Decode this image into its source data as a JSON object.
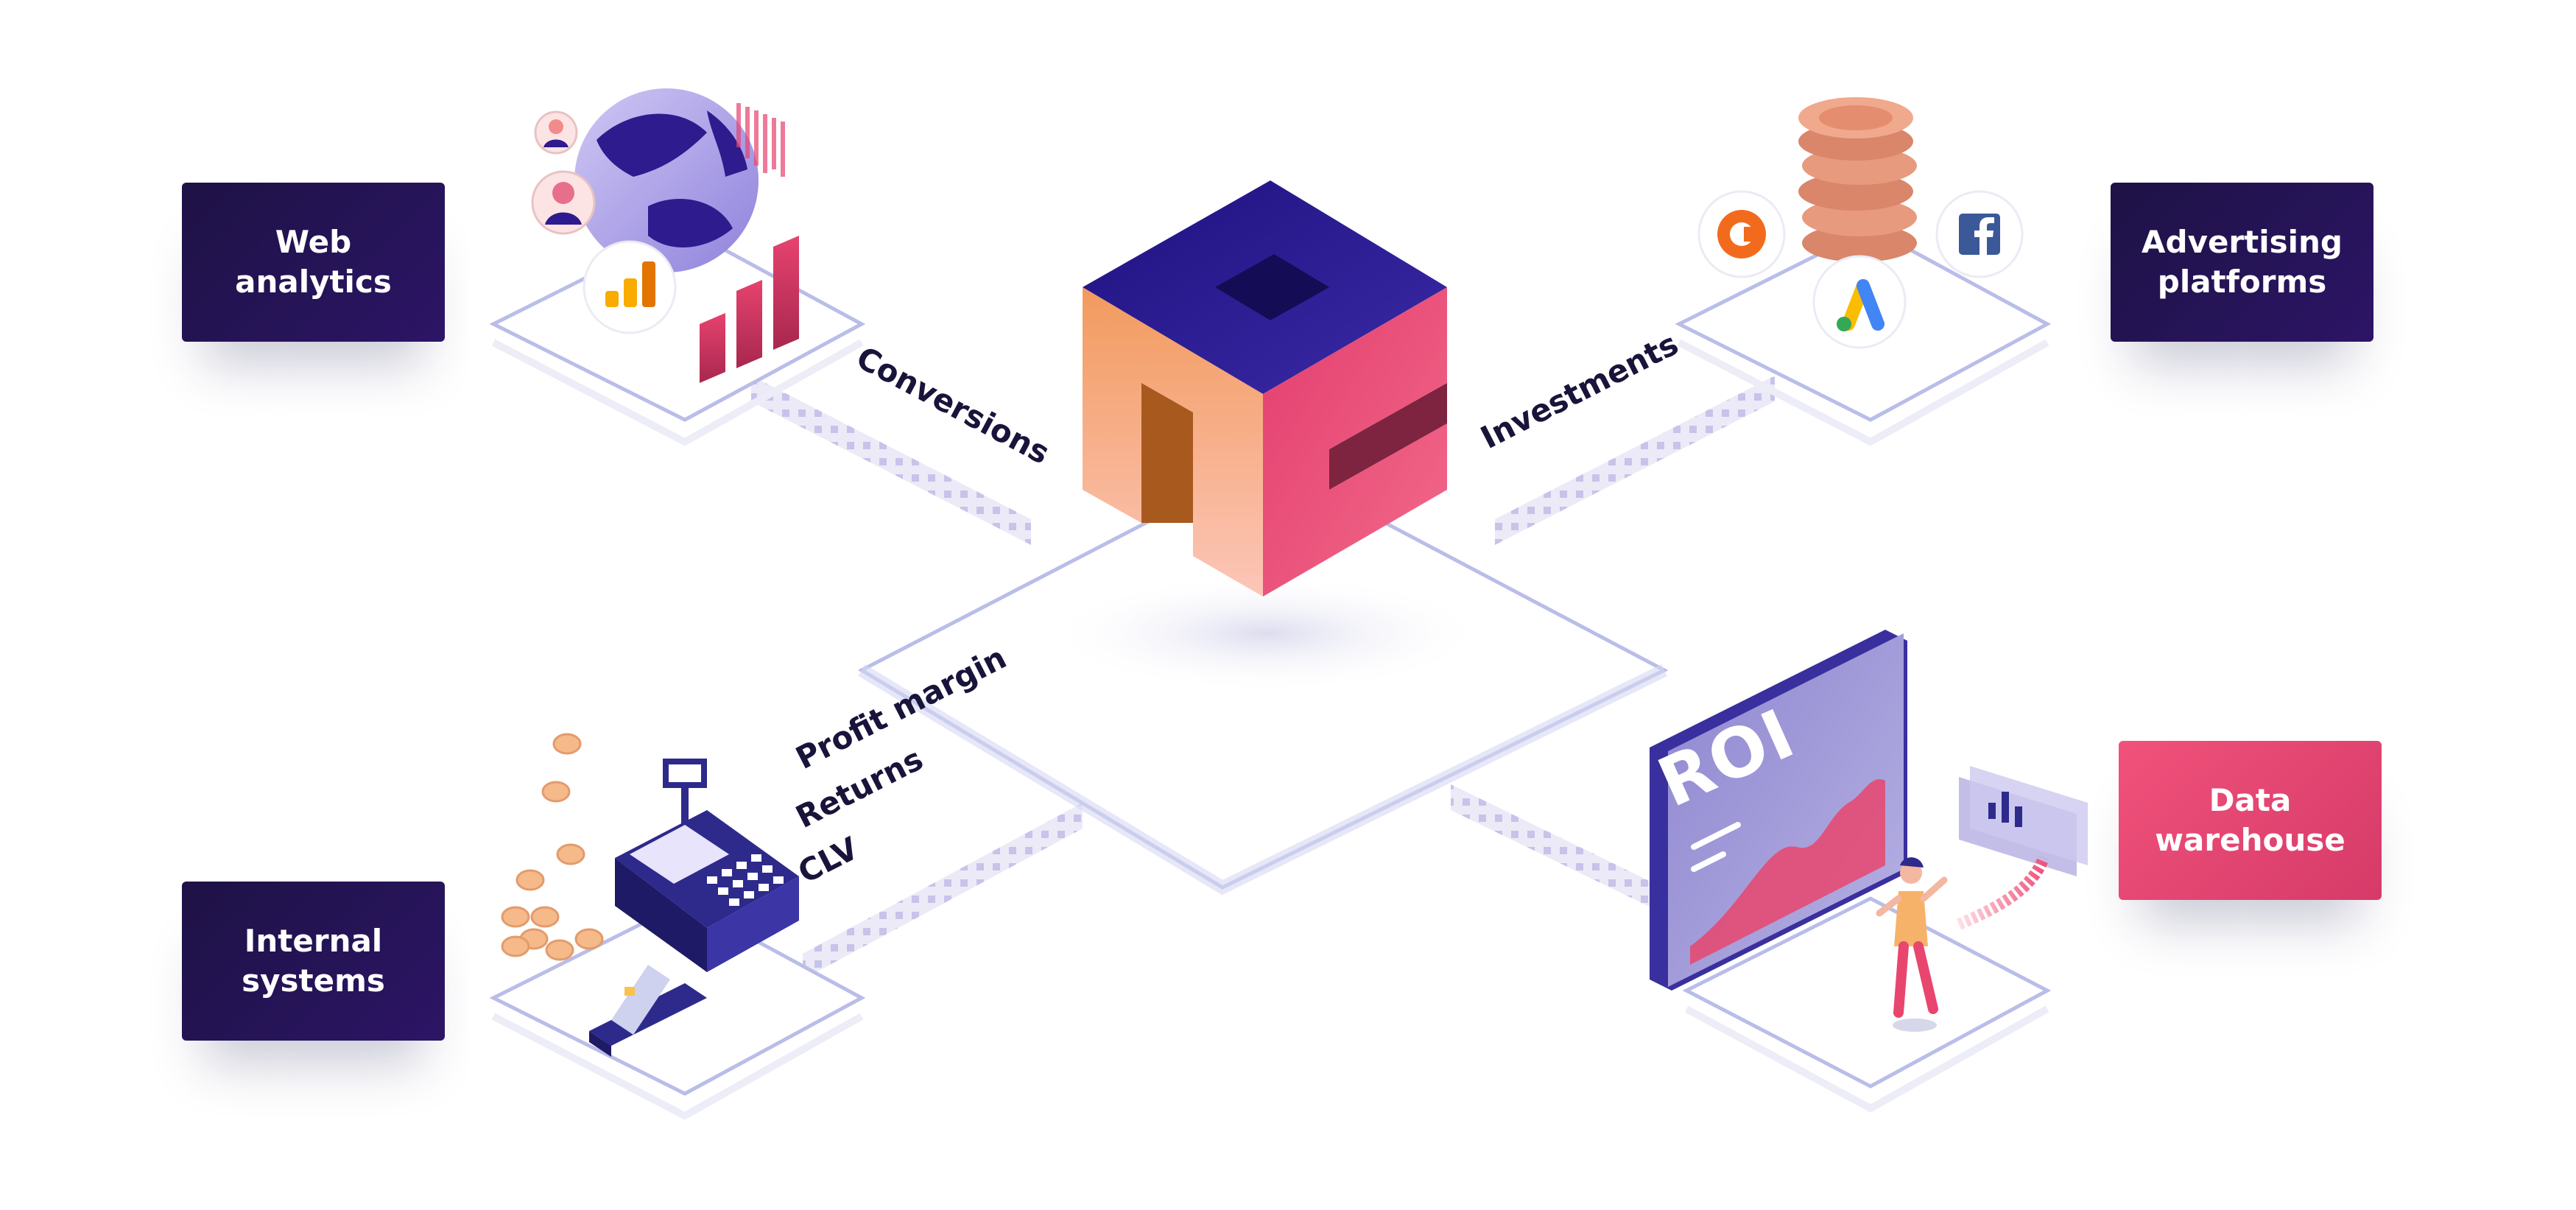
{
  "nodes": {
    "web_analytics": {
      "line1": "Web",
      "line2": "analytics"
    },
    "advertising_platforms": {
      "line1": "Advertising",
      "line2": "platforms"
    },
    "internal_systems": {
      "line1": "Internal",
      "line2": "systems"
    },
    "data_warehouse": {
      "line1": "Data",
      "line2": "warehouse"
    }
  },
  "flows": {
    "conversions": "Conversions",
    "investments": "Investments",
    "profit_margin": "Profit margin",
    "returns": "Returns",
    "clv": "CLV"
  },
  "roi_panel": {
    "title": "ROI"
  },
  "icons": {
    "web_analytics": [
      "globe-icon",
      "user-avatar-icon",
      "google-analytics-icon",
      "bar-chart-icon"
    ],
    "advertising": [
      "coin-stack-icon",
      "criteo-icon",
      "facebook-icon",
      "google-ads-icon"
    ],
    "internal": [
      "cash-register-icon",
      "coin-icon",
      "card-reader-icon"
    ],
    "warehouse": [
      "roi-screen-icon",
      "person-icon",
      "chart-card-icon"
    ]
  },
  "colors": {
    "dark_box": "#1e1245",
    "pink_box": "#f0527b",
    "cube_top": "#2a1a8c",
    "cube_left": "#f2a26a",
    "cube_right": "#e8466f",
    "platform_line": "#b9bde8"
  }
}
